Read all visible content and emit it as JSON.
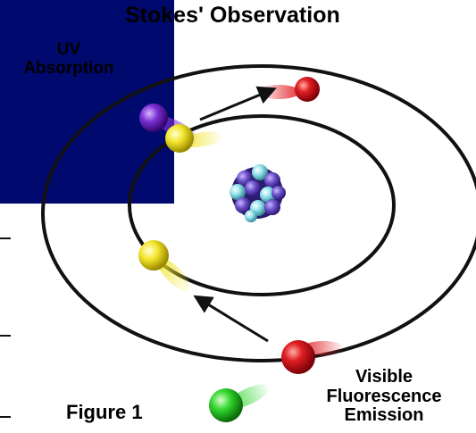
{
  "title": "Stokes' Observation",
  "labels": {
    "uv_line1": "UV",
    "uv_line2": "Absorption",
    "emission_line1": "Visible",
    "emission_line2": "Fluorescence",
    "emission_line3": "Emission",
    "figure": "Figure 1"
  },
  "colors": {
    "page_background": "#000a6e",
    "figure_panel": "#ffffff",
    "orbit": "#111111",
    "uv_photon": "#7b2fd3",
    "excited_electron": "#f2e62a",
    "red_electron": "#d8141a",
    "green_photon": "#2fd42a",
    "nucleus_purple": "#6a50c8",
    "nucleus_cyan": "#8fe0ea"
  },
  "icons": [
    "uv-photon-icon",
    "electron-icon",
    "nucleus-icon",
    "arrow-icon",
    "fluorescence-photon-icon"
  ]
}
